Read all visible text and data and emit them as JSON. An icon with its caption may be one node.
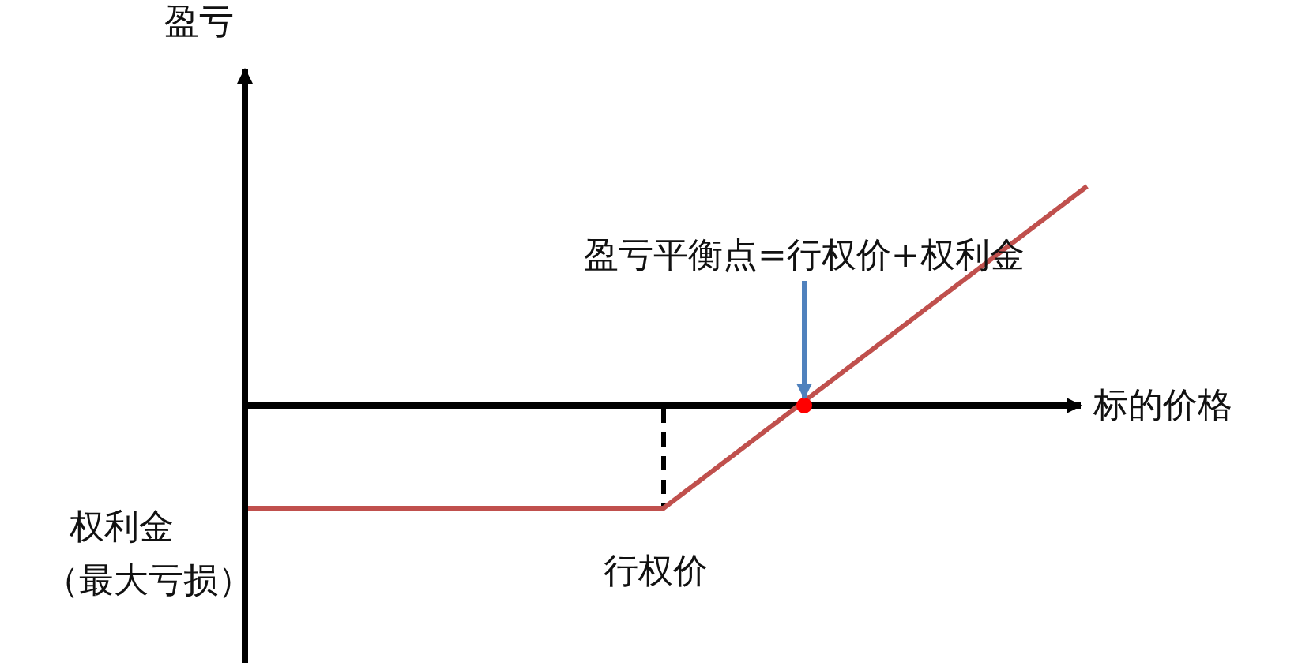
{
  "diagram": {
    "nodes": [
      {
        "text": [
          "盈亏平衡点=行权价+权利金"
        ]
      },
      {
        "text": [],
        "shape": "circle"
      }
    ],
    "edges": [
      {
        "from": 0,
        "to": 1,
        "arrow": "to",
        "color": "#4f81bd"
      }
    ],
    "labels": [
      "盈亏",
      "标的价格",
      "权利金",
      "（最大亏损）",
      "行权价"
    ]
  }
}
